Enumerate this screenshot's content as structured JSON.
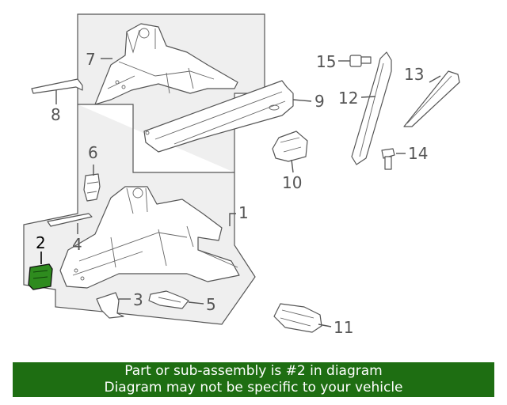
{
  "diagram": {
    "callouts": [
      {
        "id": "1",
        "text": "1"
      },
      {
        "id": "2",
        "text": "2",
        "highlighted": true
      },
      {
        "id": "3",
        "text": "3"
      },
      {
        "id": "4",
        "text": "4"
      },
      {
        "id": "5",
        "text": "5"
      },
      {
        "id": "6",
        "text": "6"
      },
      {
        "id": "7",
        "text": "7"
      },
      {
        "id": "8",
        "text": "8"
      },
      {
        "id": "9",
        "text": "9"
      },
      {
        "id": "10",
        "text": "10"
      },
      {
        "id": "11",
        "text": "11"
      },
      {
        "id": "12",
        "text": "12"
      },
      {
        "id": "13",
        "text": "13"
      },
      {
        "id": "14",
        "text": "14"
      },
      {
        "id": "15",
        "text": "15"
      }
    ],
    "highlight_color": "#2e8b1e",
    "panel_fill": "#efefef"
  },
  "banner": {
    "line1": "Part or sub-assembly is #2 in diagram",
    "line2": "Diagram may not be specific to your vehicle",
    "background": "#1e6e12"
  }
}
